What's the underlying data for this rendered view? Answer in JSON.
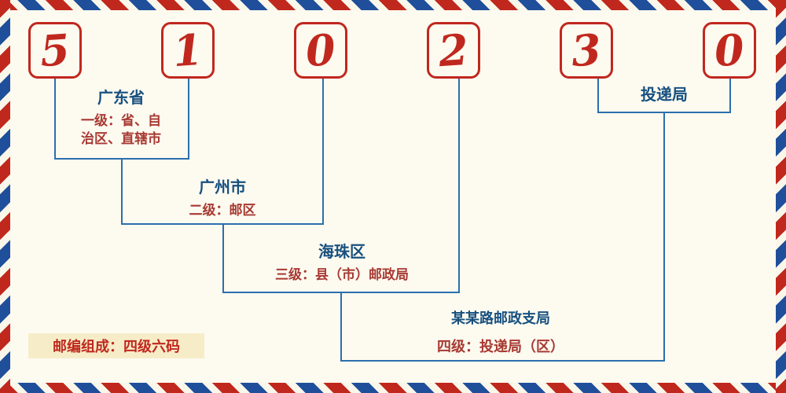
{
  "postal_code": {
    "value": "510230",
    "digits": [
      "5",
      "1",
      "0",
      "2",
      "3",
      "0"
    ]
  },
  "levels": [
    {
      "title": "广东省",
      "desc_lines": [
        "一级：省、自",
        "治区、直辖市"
      ]
    },
    {
      "title": "广州市",
      "desc_lines": [
        "二级：邮区"
      ]
    },
    {
      "title": "海珠区",
      "desc_lines": [
        "三级：县（市）邮政局"
      ]
    },
    {
      "title": "某某路邮政支局",
      "desc_lines": [
        "四级：投递局（区）"
      ]
    },
    {
      "title": "投递局",
      "desc_lines": []
    }
  ],
  "footer": {
    "composition_label": "邮编组成：四级六码"
  },
  "colors": {
    "digit_red": "#c0281e",
    "line_blue": "#2b6fae",
    "title_blue": "#17507f",
    "desc_red": "#a73a32",
    "badge_bg": "#f6edc8",
    "border_red": "#c0281e",
    "border_blue": "#1f4f9b"
  }
}
